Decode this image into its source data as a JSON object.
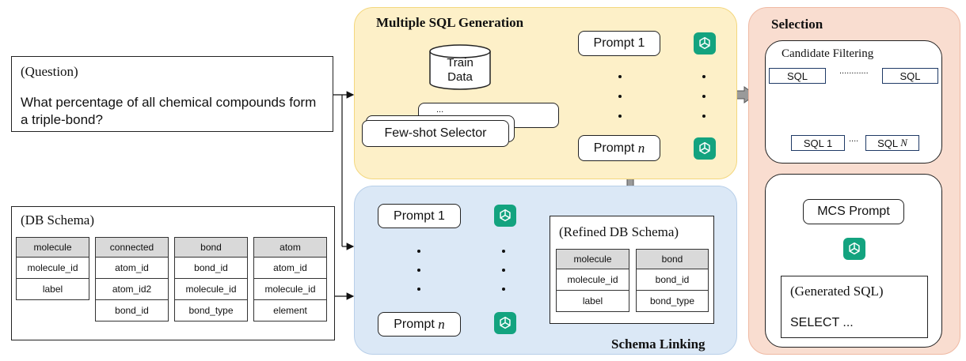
{
  "question": {
    "label": "(Question)",
    "text": "What percentage of all chemical compounds form a triple-bond?"
  },
  "db_schema": {
    "label": "(DB Schema)",
    "tables": [
      {
        "name": "molecule",
        "columns": [
          "molecule_id",
          "label"
        ]
      },
      {
        "name": "connected",
        "columns": [
          "atom_id",
          "atom_id2",
          "bond_id"
        ]
      },
      {
        "name": "bond",
        "columns": [
          "bond_id",
          "molecule_id",
          "bond_type"
        ]
      },
      {
        "name": "atom",
        "columns": [
          "atom_id",
          "molecule_id",
          "element"
        ]
      }
    ]
  },
  "generation": {
    "title": "Multiple SQL Generation",
    "train_data": [
      "Train",
      "Data"
    ],
    "back_card_dots": "...",
    "few_shot": "Few-shot Selector",
    "prompt_1": "Prompt 1",
    "prompt_n_prefix": "Prompt ",
    "prompt_n_var": "n"
  },
  "schema_linking": {
    "title": "Schema Linking",
    "prompt_1": "Prompt 1",
    "prompt_n_prefix": "Prompt ",
    "prompt_n_var": "n",
    "refined": {
      "label": "(Refined DB Schema)",
      "tables": [
        {
          "name": "molecule",
          "columns": [
            "molecule_id",
            "label"
          ]
        },
        {
          "name": "bond",
          "columns": [
            "bond_id",
            "bond_type"
          ]
        }
      ]
    }
  },
  "selection": {
    "title": "Selection",
    "filtering_label": "Candidate Filtering",
    "sql_left": "SQL",
    "sql_dots": "............",
    "sql_right": "SQL",
    "sql_1": "SQL 1",
    "sql_mid_dots": "....",
    "sql_n_prefix": "SQL ",
    "sql_n_var": "N",
    "mcs_prompt": "MCS Prompt",
    "generated_label": "(Generated SQL)",
    "generated_text": "SELECT ..."
  },
  "colors": {
    "yellow_panel": "#fdf0c8",
    "blue_panel": "#dbe8f6",
    "orange_panel": "#f9ddd0",
    "gpt_icon": "#13a37f",
    "table_header": "#d9d9d9"
  }
}
